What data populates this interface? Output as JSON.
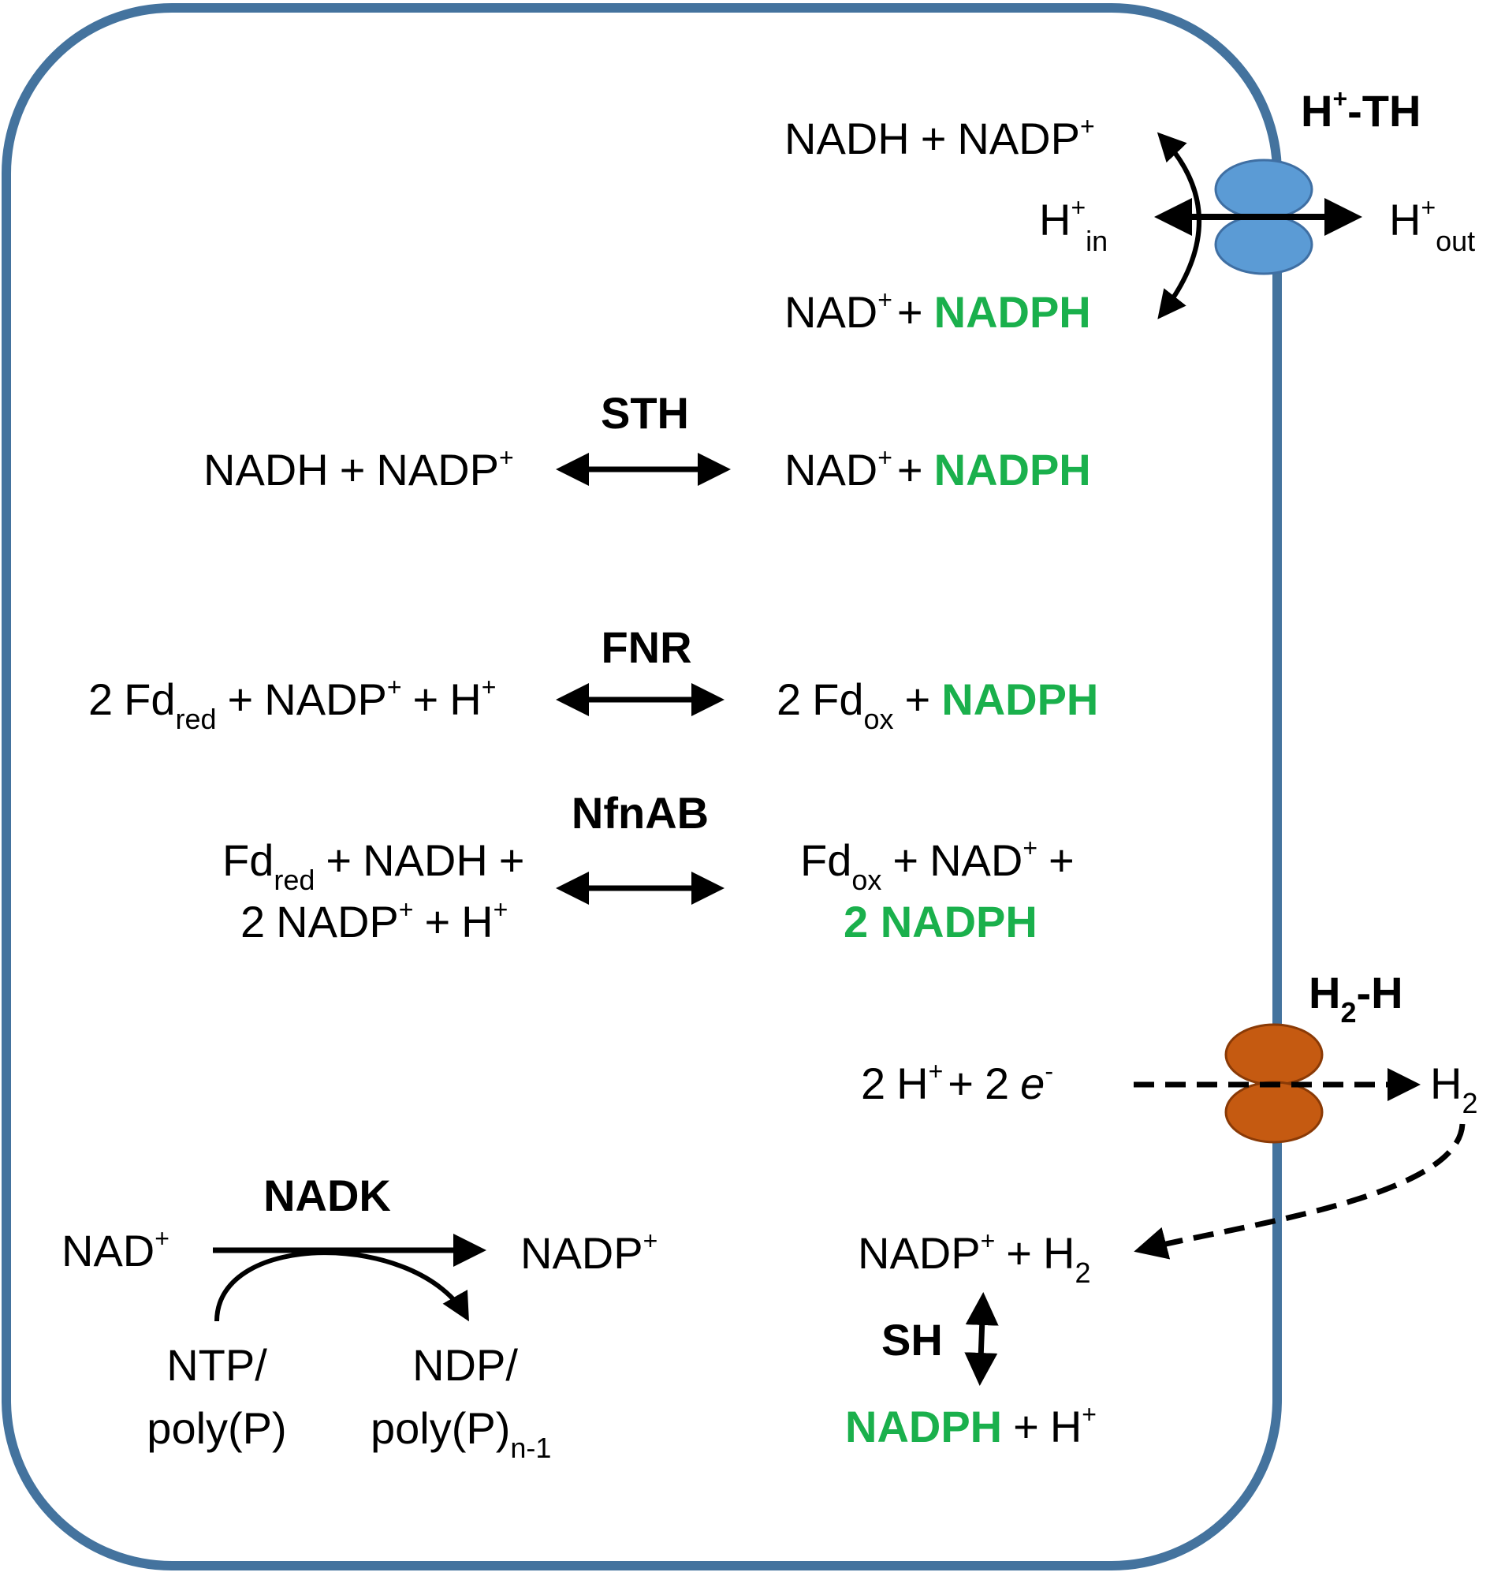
{
  "colors": {
    "membrane": "#44739e",
    "transporter_blue": "#5b9bd5",
    "transporter_blue_stroke": "#3f6fa3",
    "hydrogenase_orange": "#c55a11",
    "hydrogenase_orange_stroke": "#8a3a06",
    "nadph_green": "#1ab04c"
  },
  "enzymes": {
    "h_th": {
      "name_prefix": "H",
      "name_sup": "+",
      "name_suffix": "-TH"
    },
    "sth": "STH",
    "fnr": "FNR",
    "nfnab": "NfnAB",
    "h2_h": {
      "name_prefix": "H",
      "name_sub": "2",
      "name_suffix": "-H"
    },
    "nadk": "NADK",
    "sh": "SH"
  },
  "transhydrogenase": {
    "substrate": {
      "nadh": "NADH",
      "plus": "+",
      "nadp": "NADP",
      "sup": "+"
    },
    "proton_in": {
      "base": "H",
      "sup": "+",
      "sub": "in"
    },
    "proton_out": {
      "base": "H",
      "sup": "+",
      "sub": "out"
    },
    "product": {
      "nad": "NAD",
      "sup": "+",
      "plus": "+",
      "nadph": "NADPH"
    }
  },
  "sth_reaction": {
    "left": {
      "nadh": "NADH",
      "plus": "+",
      "nadp": "NADP",
      "sup": "+"
    },
    "right": {
      "nad": "NAD",
      "sup": "+",
      "plus": "+",
      "nadph": "NADPH"
    }
  },
  "fnr_reaction": {
    "left": {
      "coef": "2",
      "fd": "Fd",
      "fd_sub": "red",
      "plus1": "+",
      "nadp": "NADP",
      "nadp_sup": "+",
      "plus2": "+",
      "h": "H",
      "h_sup": "+"
    },
    "right": {
      "coef": "2",
      "fd": "Fd",
      "fd_sub": "ox",
      "plus": "+",
      "nadph": "NADPH"
    }
  },
  "nfnab_reaction": {
    "left_line1": {
      "fd": "Fd",
      "fd_sub": "red",
      "plus1": "+",
      "nadh": "NADH",
      "plus2": "+"
    },
    "left_line2": {
      "coef": "2",
      "nadp": "NADP",
      "nadp_sup": "+",
      "plus": "+",
      "h": "H",
      "h_sup": "+"
    },
    "right_line1": {
      "fd": "Fd",
      "fd_sub": "ox",
      "plus1": "+",
      "nad": "NAD",
      "nad_sup": "+",
      "plus2": "+"
    },
    "right_line2": {
      "nadph": "2 NADPH"
    }
  },
  "hydrogenase_reaction": {
    "left": {
      "coef1": "2",
      "h": "H",
      "h_sup": "+",
      "plus": "+",
      "coef2": "2",
      "e": "e",
      "e_sup": "-"
    },
    "right": {
      "h": "H",
      "h_sub": "2"
    }
  },
  "sh_reaction": {
    "top": {
      "nadp": "NADP",
      "nadp_sup": "+",
      "plus": "+",
      "h": "H",
      "h_sub": "2"
    },
    "bottom": {
      "nadph": "NADPH",
      "plus": "+",
      "h": "H",
      "h_sup": "+"
    }
  },
  "nadk_reaction": {
    "substrate": {
      "nad": "NAD",
      "sup": "+"
    },
    "product": {
      "nadp": "NADP",
      "sup": "+"
    },
    "donor": {
      "line1": "NTP/",
      "line2": "poly(P)"
    },
    "released": {
      "line1": "NDP/",
      "line2": "poly(P)",
      "line2_sub": "n-1"
    }
  }
}
